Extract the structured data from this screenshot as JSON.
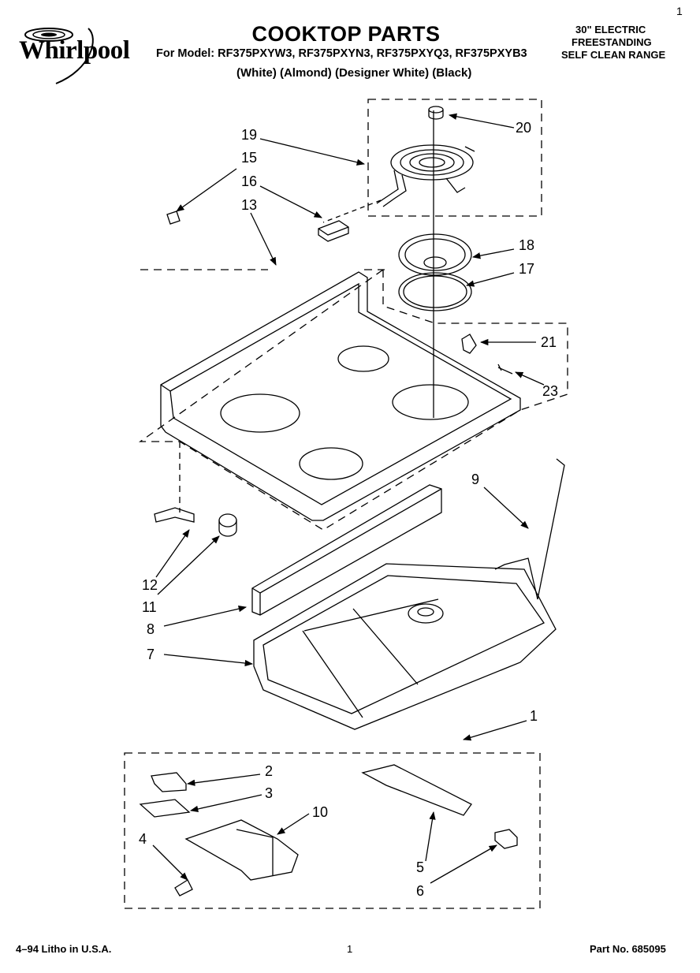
{
  "header": {
    "brand": "Whirlpool",
    "title": "COOKTOP PARTS",
    "model_line": "For Model: RF375PXYW3, RF375PXYN3, RF375PXYQ3, RF375PXYB3",
    "color_line": "(White) (Almond) (Designer White) (Black)",
    "range_type": [
      "30\" ELECTRIC",
      "FREESTANDING",
      "SELF CLEAN RANGE"
    ],
    "corner_mark": "1"
  },
  "callouts": [
    "20",
    "19",
    "15",
    "16",
    "13",
    "18",
    "17",
    "21",
    "23",
    "9",
    "12",
    "11",
    "8",
    "7",
    "1",
    "2",
    "3",
    "10",
    "4",
    "5",
    "6"
  ],
  "footer": {
    "litho": "4–94 Litho in U.S.A.",
    "page": "1",
    "part_no": "Part No. 685095"
  }
}
